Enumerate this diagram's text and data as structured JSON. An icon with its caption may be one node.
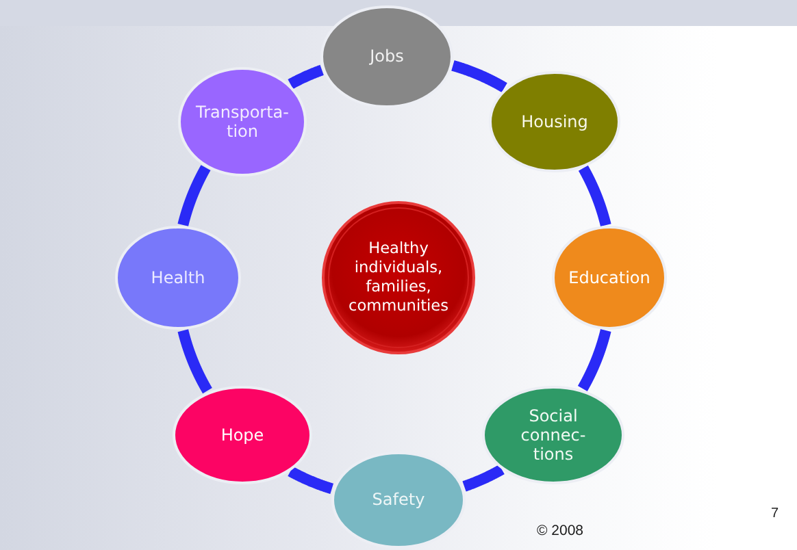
{
  "diagram": {
    "nodes": [
      {
        "text": [
          "Jobs"
        ]
      },
      {
        "text": [
          "Housing"
        ]
      },
      {
        "text": [
          "Education"
        ]
      },
      {
        "text": [
          "Social connec- tions"
        ]
      },
      {
        "text": [
          "Safety"
        ]
      },
      {
        "text": [
          "Hope"
        ]
      },
      {
        "text": [
          "Health"
        ]
      },
      {
        "text": [
          "Transporta- tion"
        ]
      },
      {
        "text": [
          "Healthy individuals, families, communities"
        ]
      }
    ],
    "edges": [
      {
        "from": 0,
        "to": 1,
        "arrow": "none"
      },
      {
        "from": 1,
        "to": 2,
        "arrow": "none"
      },
      {
        "from": 2,
        "to": 3,
        "arrow": "none"
      },
      {
        "from": 3,
        "to": 4,
        "arrow": "none"
      },
      {
        "from": 4,
        "to": 5,
        "arrow": "none"
      },
      {
        "from": 5,
        "to": 6,
        "arrow": "none"
      },
      {
        "from": 6,
        "to": 7,
        "arrow": "none"
      },
      {
        "from": 7,
        "to": 0,
        "arrow": "none"
      }
    ],
    "labels": [
      "7",
      "© 2008"
    ]
  }
}
